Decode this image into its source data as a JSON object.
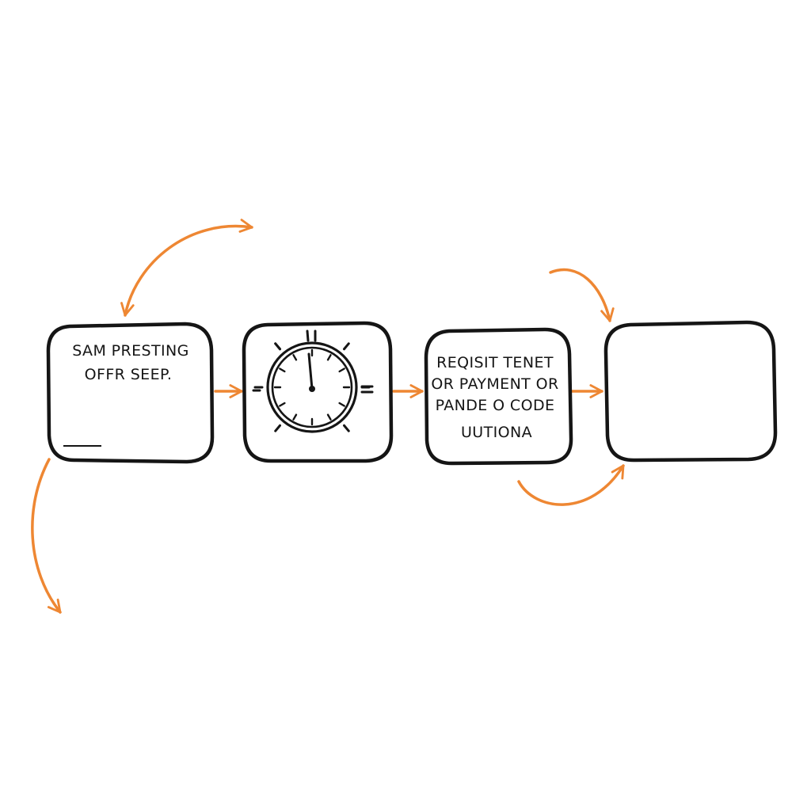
{
  "colors": {
    "outline": "#151515",
    "arrow": "#ee8733",
    "background": "#ffffff"
  },
  "steps": [
    {
      "lines": [
        "SAM PRESTING",
        "OFFR SEEP."
      ]
    },
    {
      "icon": "stopwatch-icon"
    },
    {
      "lines": [
        "REQISIT TENET",
        "OR PAYMENT OR",
        "PANDE O CODE",
        "UUTIONA"
      ]
    },
    {
      "lines": []
    }
  ]
}
